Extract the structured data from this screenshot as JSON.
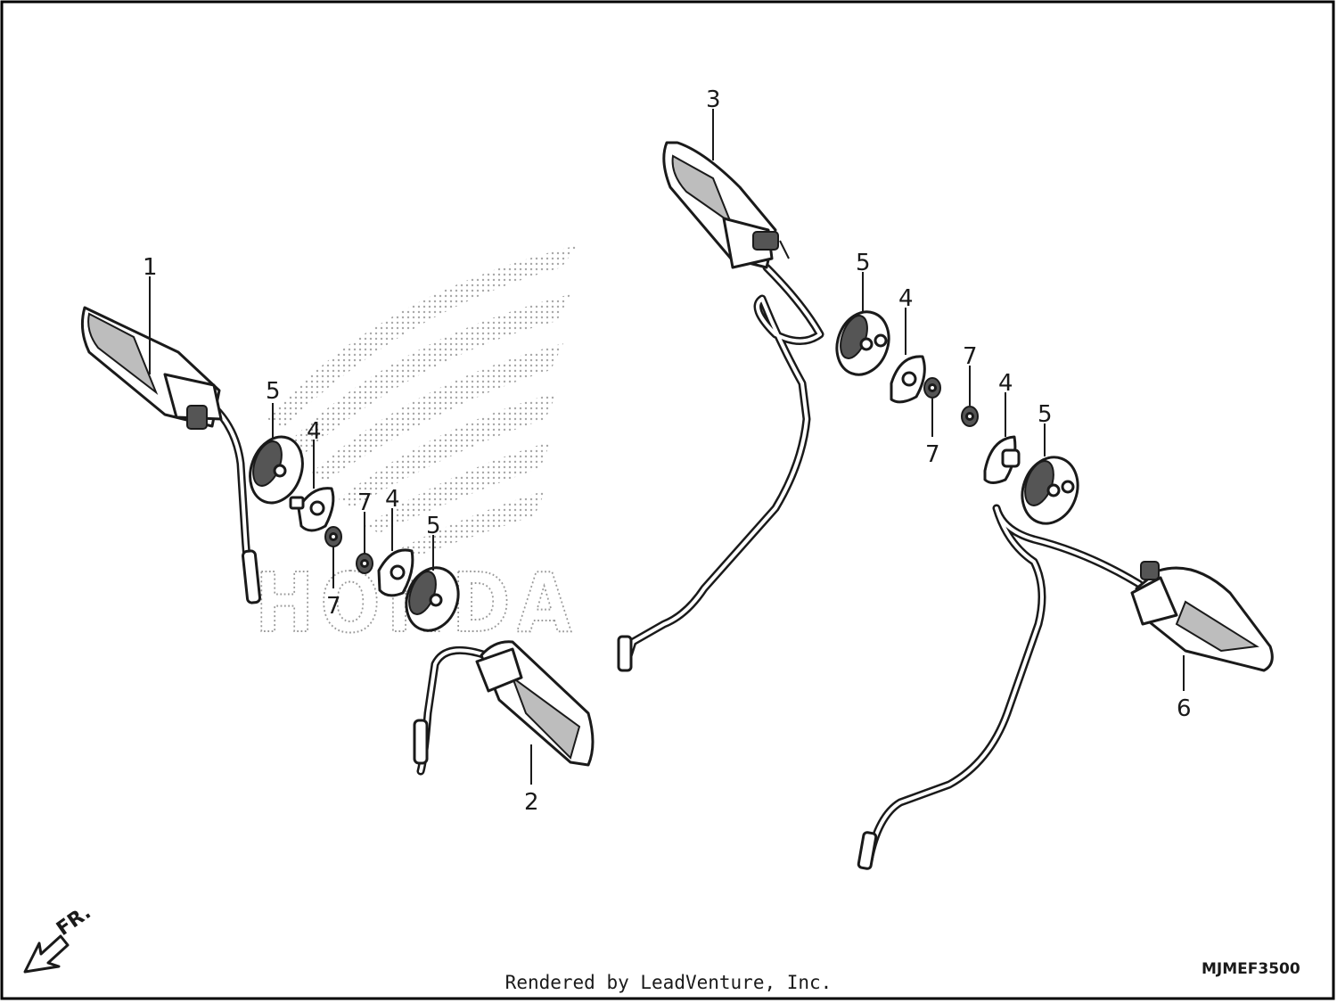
{
  "diagram": {
    "callouts": {
      "c1": "1",
      "c2": "2",
      "c3": "3",
      "c6": "6",
      "c4a": "4",
      "c4b": "4",
      "c4c": "4",
      "c4d": "4",
      "c5a": "5",
      "c5b": "5",
      "c5c": "5",
      "c5d": "5",
      "c7a": "7",
      "c7b": "7",
      "c7c": "7",
      "c7d": "7"
    },
    "watermark": "HONDA",
    "front_marker": "FR.",
    "diagram_code": "MJMEF3500"
  },
  "footer": {
    "credit": "Rendered by LeadVenture, Inc."
  }
}
